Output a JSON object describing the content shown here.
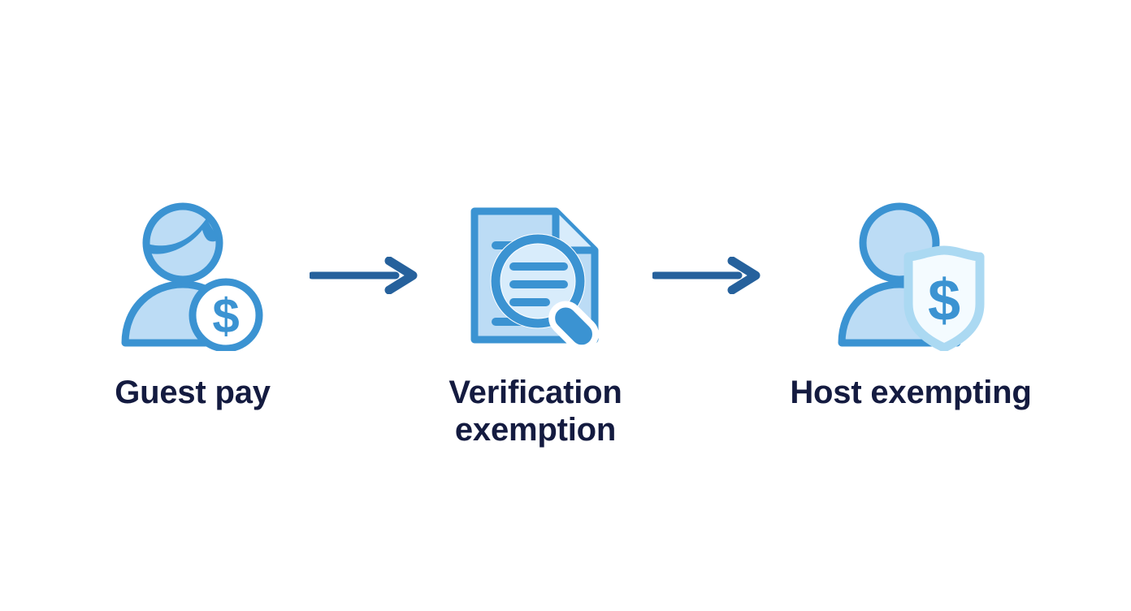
{
  "diagram": {
    "type": "process-flow",
    "background_color": "#ffffff",
    "orientation": "horizontal",
    "steps": [
      {
        "index": 1,
        "label": "Guest pay",
        "icon": "person-with-dollar-coin-icon"
      },
      {
        "index": 2,
        "label": "Verification\nexemption",
        "icon": "document-with-magnifier-icon"
      },
      {
        "index": 3,
        "label": "Host exempting",
        "icon": "person-with-dollar-shield-icon"
      }
    ],
    "connectors": [
      {
        "index": 1,
        "icon": "arrow-right-icon",
        "from": "Guest pay",
        "to": "Verification exemption"
      },
      {
        "index": 2,
        "icon": "arrow-right-icon",
        "from": "Verification exemption",
        "to": "Host exempting"
      }
    ],
    "colors": {
      "label_text": "#141b40",
      "icon_stroke": "#3b93d2",
      "icon_fill": "#bcdcf5",
      "icon_fill_light": "#d8ecfb",
      "shield_stroke": "#abd9f2",
      "shield_fill": "#f4fbff",
      "coin_fill": "#ffffff",
      "arrow": "#26619c"
    }
  }
}
